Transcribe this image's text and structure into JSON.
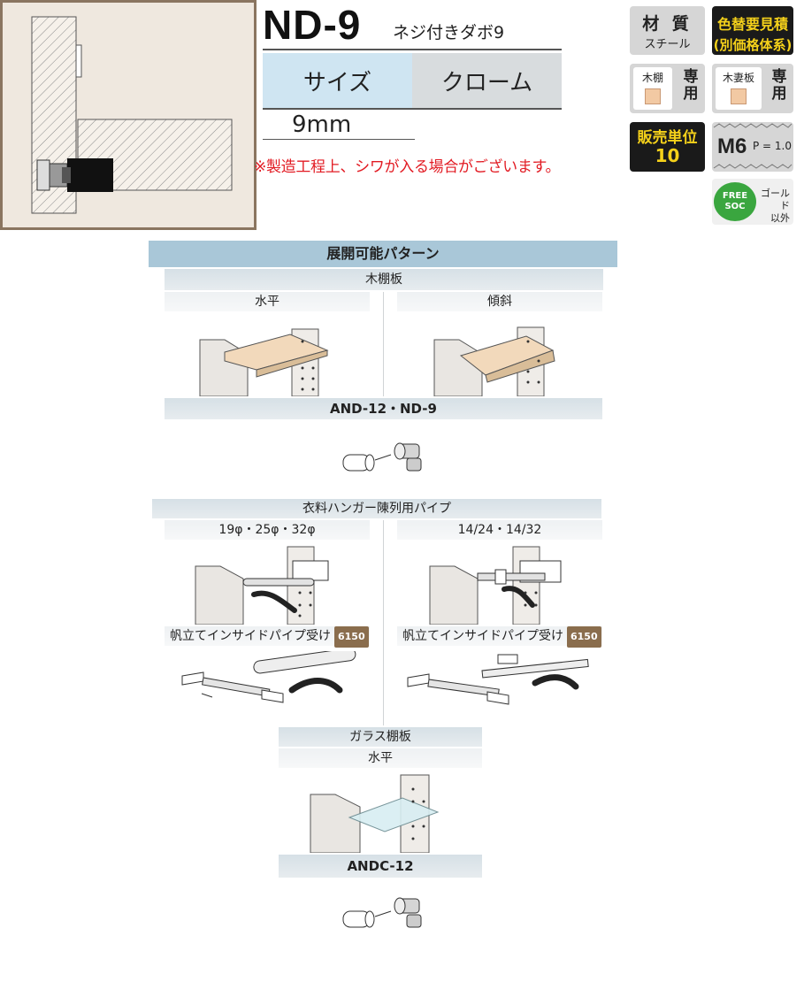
{
  "header": {
    "model": "ND-9",
    "name": "ネジ付きダボ9",
    "size_label": "サイズ",
    "finish_label": "クローム",
    "size_value": "9mm",
    "note": "※製造工程上、シワが入る場合がございます。"
  },
  "badges": {
    "material_title": "材 質",
    "material_value": "スチール",
    "color_line1": "色替要見積",
    "color_line2": "(別価格体系)",
    "wood_shelf": "木棚",
    "wood_side": "木妻板",
    "dedicated": "専用",
    "unit_title": "販売単位",
    "unit_value": "10",
    "thread": "M6",
    "pitch": "P = 1.0",
    "free_logo_1": "FREE",
    "free_logo_2": "SOC",
    "free_text_1": "ゴールド",
    "free_text_2": "以外"
  },
  "patterns": {
    "title": "展開可能パターン",
    "wood_shelf": "木棚板",
    "horizontal": "水平",
    "inclined": "傾斜",
    "product_1": "AND-12・ND-9",
    "pipe_title": "衣料ハンガー陳列用パイプ",
    "pipe_sizes_1": "19φ・25φ・32φ",
    "pipe_sizes_2": "14/24・14/32",
    "receiver_label": "帆立てインサイドパイプ受け",
    "receiver_code": "6150",
    "glass_shelf": "ガラス棚板",
    "glass_horizontal": "水平",
    "product_2": "ANDC-12"
  },
  "colors": {
    "accent_red": "#e21b23",
    "header_blue": "#a9c7d8",
    "badge_yellow": "#f5d11a",
    "badge_dark": "#1a1a1a",
    "wood": "#f2c9a3"
  }
}
